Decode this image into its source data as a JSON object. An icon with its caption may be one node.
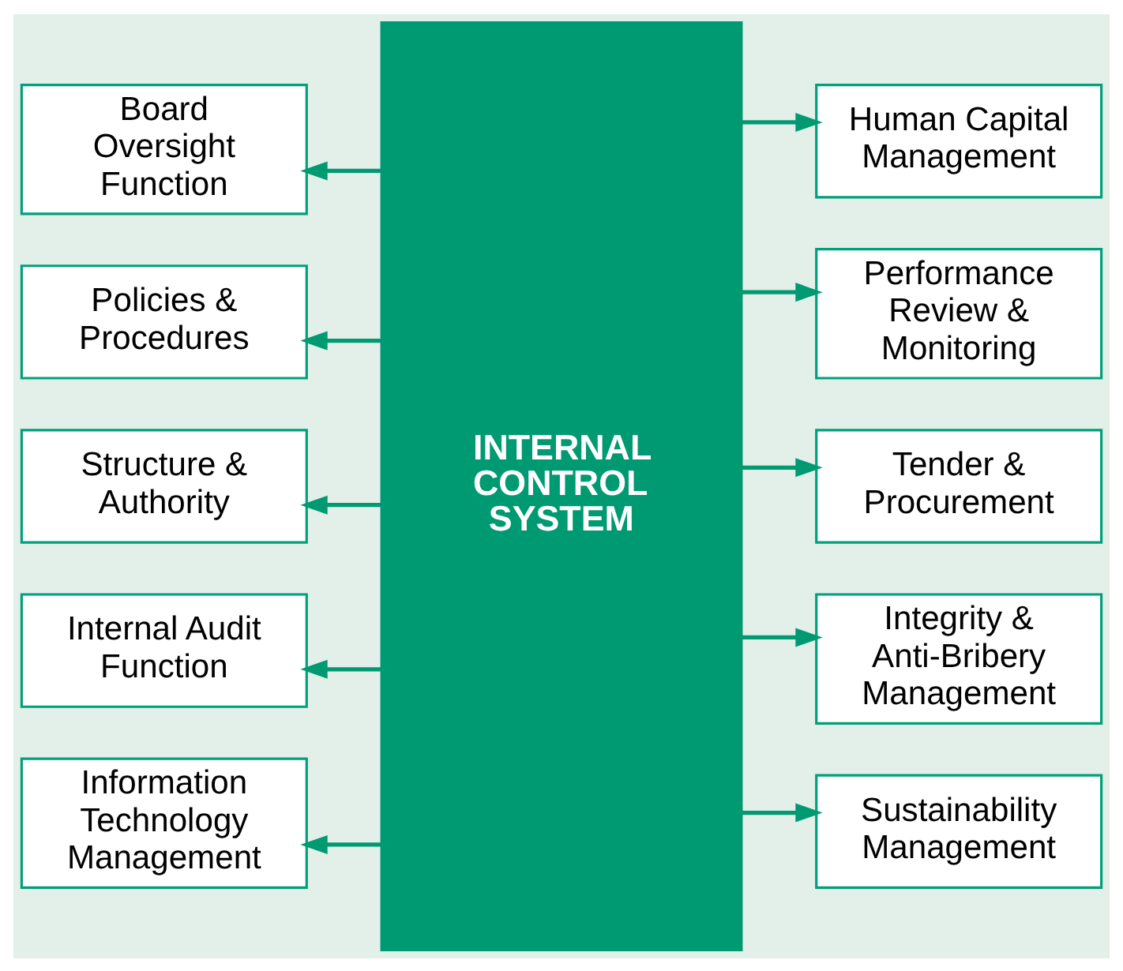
{
  "diagram": {
    "nodes": [
      {
        "text": [
          "INTERNAL CONTROL SYSTEM"
        ]
      },
      {
        "text": [
          "Board Oversight Function"
        ]
      },
      {
        "text": [
          "Policies & Procedures"
        ]
      },
      {
        "text": [
          "Structure & Authority"
        ]
      },
      {
        "text": [
          "Internal Audit Function"
        ]
      },
      {
        "text": [
          "Information Technology Management"
        ]
      },
      {
        "text": [
          "Human Capital Management"
        ]
      },
      {
        "text": [
          "Performance Review & Monitoring"
        ]
      },
      {
        "text": [
          "Tender & Procurement"
        ]
      },
      {
        "text": [
          "Integrity & Anti-Bribery Management"
        ]
      },
      {
        "text": [
          "Sustainability Management"
        ]
      }
    ],
    "edges": [
      {
        "from": 0,
        "to": 1,
        "arrow": "to"
      },
      {
        "from": 0,
        "to": 2,
        "arrow": "to"
      },
      {
        "from": 0,
        "to": 3,
        "arrow": "to"
      },
      {
        "from": 0,
        "to": 4,
        "arrow": "to"
      },
      {
        "from": 0,
        "to": 5,
        "arrow": "to"
      },
      {
        "from": 0,
        "to": 6,
        "arrow": "to"
      },
      {
        "from": 0,
        "to": 7,
        "arrow": "to"
      },
      {
        "from": 0,
        "to": 8,
        "arrow": "to"
      },
      {
        "from": 0,
        "to": 9,
        "arrow": "to"
      },
      {
        "from": 0,
        "to": 10,
        "arrow": "to"
      }
    ]
  }
}
